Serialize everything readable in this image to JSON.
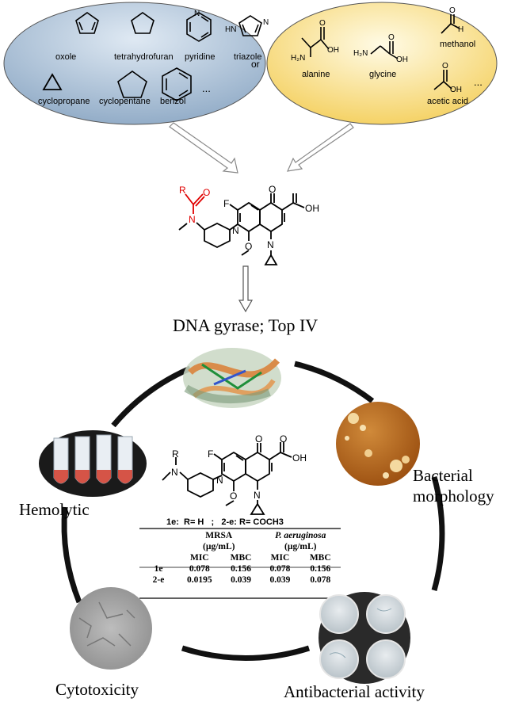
{
  "fragments_left": {
    "oxole": "oxole",
    "thf": "tetrahydrofuran",
    "pyridine": "pyridine",
    "triazole": "triazole",
    "cyclopropane": "cyclopropane",
    "cyclopentane": "cyclopentane",
    "benzol": "benzol",
    "more": "...",
    "nh_label": "HN",
    "n_label": "N"
  },
  "or_label": "or",
  "fragments_right": {
    "alanine": "alanine",
    "glycine": "glycine",
    "methanol": "methanol",
    "acetic_acid": "acetic acid",
    "more": "...",
    "h2n": "H₂N",
    "oh": "OH",
    "h": "H",
    "o": "O"
  },
  "molecule_top": {
    "r": "R",
    "o": "O",
    "n": "N",
    "f": "F",
    "o_keto": "O",
    "oh": "OH",
    "o_methoxy": "O"
  },
  "targets_title": "DNA gyrase; Top IV",
  "cycle_labels": {
    "hemolytic": "Hemolytic",
    "bacterial_morphology_1": "Bacterial",
    "bacterial_morphology_2": "morphology",
    "cytotoxicity": "Cytotoxicity",
    "antibacterial": "Antibacterial activity"
  },
  "molecule_center": {
    "r": "R",
    "n": "N",
    "f": "F",
    "o": "O",
    "oh": "OH",
    "o_methoxy": "O"
  },
  "compound_caption": "1e:  R= H   ;   2-e: R= COCH3",
  "table": {
    "group1": "MRSA",
    "group2": "P. aeruginosa",
    "unit": "(µg/mL)",
    "sub": [
      "MIC",
      "MBC",
      "MIC",
      "MBC"
    ],
    "rows": [
      {
        "name": "1e",
        "vals": [
          "0.078",
          "0.156",
          "0.078",
          "0.156"
        ]
      },
      {
        "name": "2-e",
        "vals": [
          "0.0195",
          "0.039",
          "0.039",
          "0.078"
        ]
      }
    ]
  },
  "colors": {
    "left_ellipse": "#a9bfd6",
    "right_ellipse": "#f8dd86",
    "highlight_red": "#e00000",
    "cycle_arc": "#111111"
  }
}
